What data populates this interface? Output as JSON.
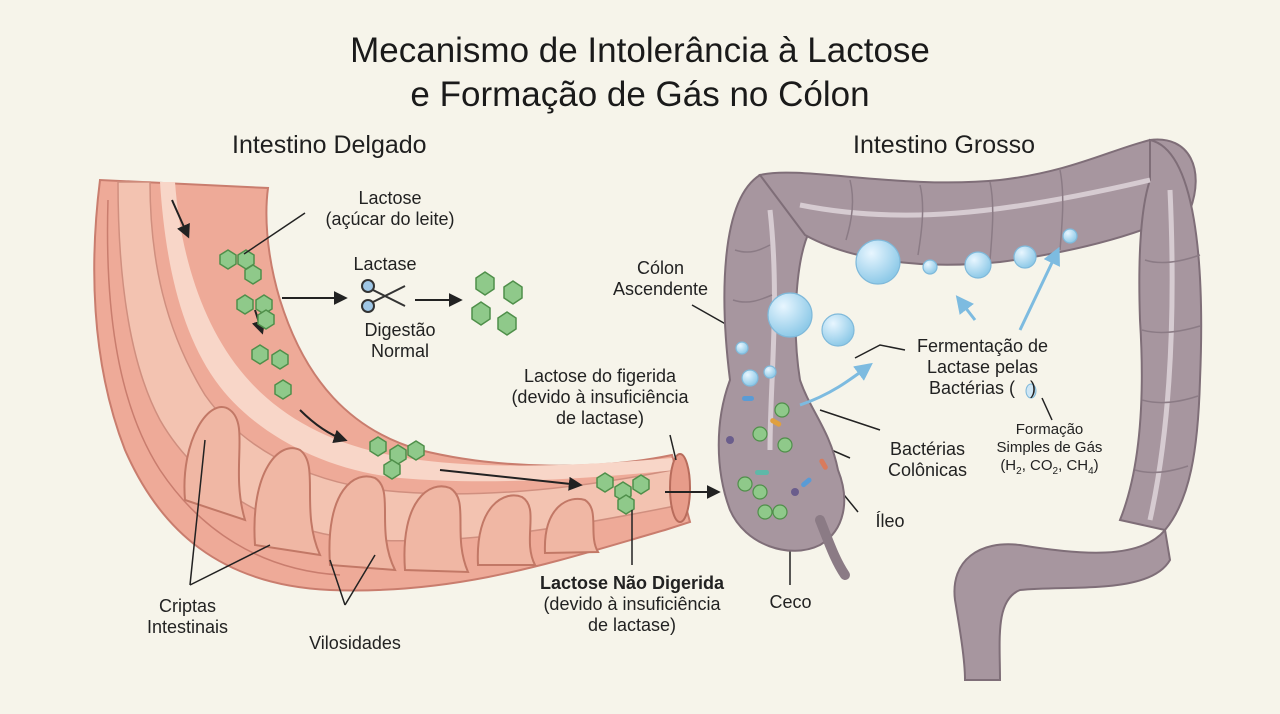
{
  "title_line1": "Mecanismo de Intolerância à Lactose",
  "title_line2": "e Formação de Gás no Cólon",
  "section_small_intestine": "Intestino Delgado",
  "section_large_intestine": "Intestino Grosso",
  "labels": {
    "lactose_line1": "Lactose",
    "lactose_line2": "(açúcar do leite)",
    "lactase": "Lactase",
    "normal_digestion_line1": "Digestão",
    "normal_digestion_line2": "Normal",
    "lactose_figerida_line1": "Lactose do figerida",
    "lactose_figerida_line2": "(devido à insuficiência",
    "lactose_figerida_line3": "de lactase)",
    "undigested_line1": "Lactose Não Digerida",
    "undigested_line2": "(devido à insuficiência",
    "undigested_line3": "de lactase)",
    "crypts_line1": "Criptas",
    "crypts_line2": "Intestinais",
    "villi": "Vilosidades",
    "ascending_colon_line1": "Cólon",
    "ascending_colon_line2": "Ascendente",
    "fermentation_line1": "Fermentação de",
    "fermentation_line2": "Lactase pelas",
    "fermentation_line3": "Bactérias (",
    "fermentation_line3_end": ")",
    "gas_line1": "Formação",
    "gas_line2": "Simples de Gás",
    "gas_h": "(H",
    "gas_h_sub": "2",
    "gas_co": ", CO",
    "gas_co_sub": "2",
    "gas_ch": ", CH",
    "gas_ch_sub": "4",
    "gas_end": ")",
    "bacteria_line1": "Bactérias",
    "bacteria_line2": "Colônicas",
    "ileum": "Íleo",
    "cecum": "Ceco"
  },
  "colors": {
    "background": "#f6f4ea",
    "intestine_pink": "#eeaa98",
    "intestine_lumen": "#f7d0c0",
    "colon_purple": "#a7969f",
    "colon_light": "#c5b8bf",
    "molecule_green": "#8fc98a",
    "gas_blue": "#9fd4ee"
  }
}
